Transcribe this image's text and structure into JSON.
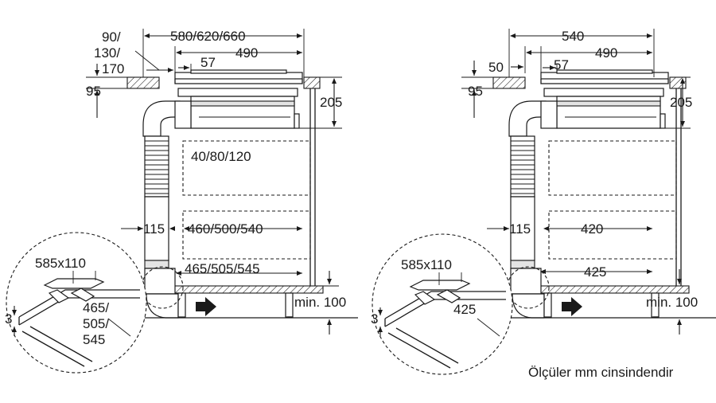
{
  "left_diagram": {
    "dim_top_width": "580/620/660",
    "dim_offset_stack": [
      "90/",
      "130/",
      "170"
    ],
    "dim_cutout_width": "490",
    "dim_edge": "57",
    "dim_panel_thickness": "95",
    "dim_depth": "205",
    "dim_gap": "40/80/120",
    "dim_duct_width": "115",
    "dim_inner_depth": "460/500/540",
    "dim_base_depth": "465/505/545",
    "dim_clearance": "min. 100",
    "detail": {
      "dim_slot": "585x110",
      "dim_height": "3",
      "dim_depth_stack": [
        "465/",
        "505/",
        "545"
      ]
    }
  },
  "right_diagram": {
    "dim_top_width": "540",
    "dim_offset": "50",
    "dim_cutout_width": "490",
    "dim_edge": "57",
    "dim_panel_thickness": "95",
    "dim_depth": "205",
    "dim_duct_width": "115",
    "dim_inner_depth": "420",
    "dim_base_depth": "425",
    "dim_clearance": "min. 100",
    "detail": {
      "dim_slot": "585x110",
      "dim_height": "3",
      "dim_depth": "425"
    }
  },
  "footer_note": "Ölçüler mm cinsindendir"
}
